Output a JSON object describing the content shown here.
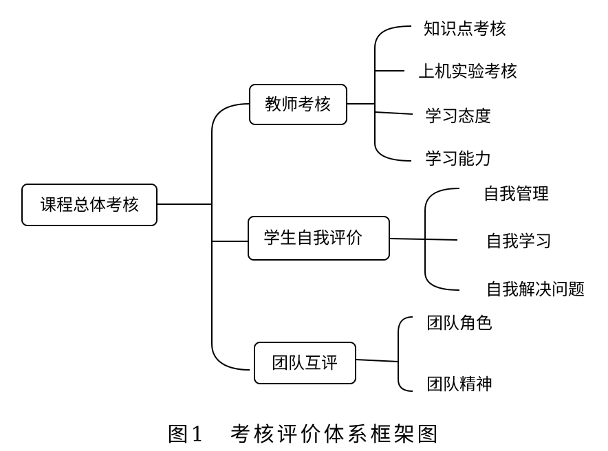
{
  "diagram": {
    "root": "课程总体考核",
    "branches": [
      {
        "label": "教师考核",
        "children": [
          "知识点考核",
          "上机实验考核",
          "学习态度",
          "学习能力"
        ]
      },
      {
        "label": "学生自我评价",
        "children": [
          "自我管理",
          "自我学习",
          "自我解决问题"
        ]
      },
      {
        "label": "团队互评",
        "children": [
          "团队角色",
          "团队精神"
        ]
      }
    ]
  },
  "caption": "图1　考核评价体系框架图"
}
